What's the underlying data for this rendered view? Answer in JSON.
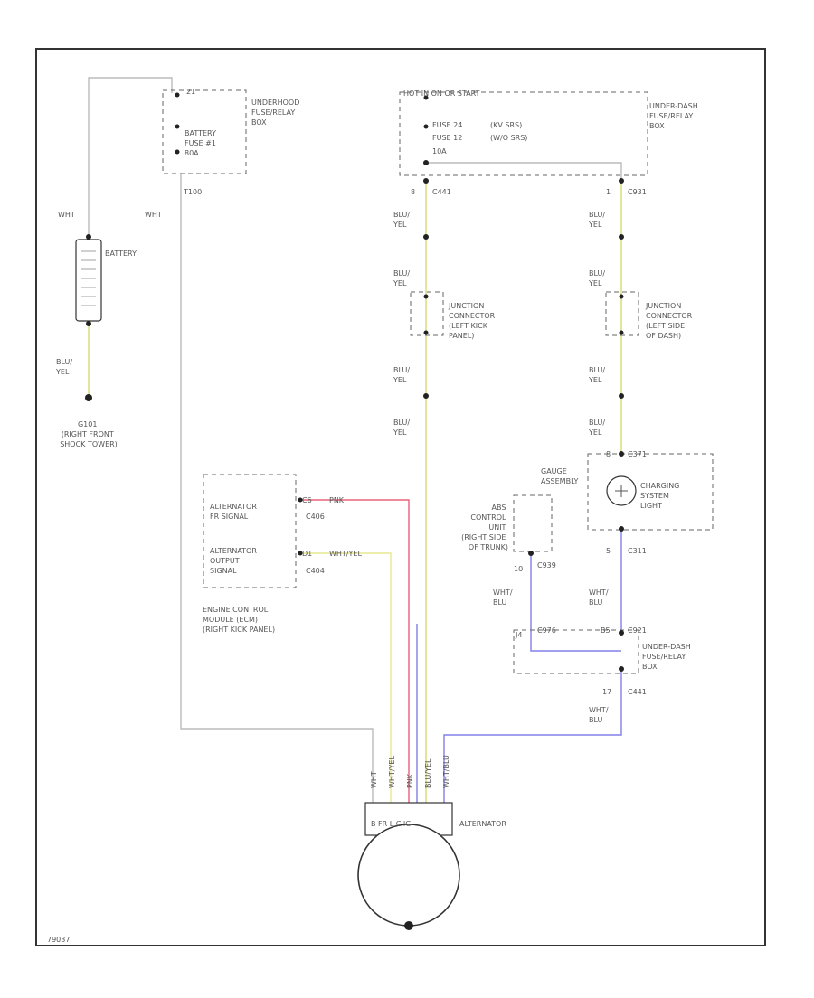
{
  "colors": {
    "wht": "#bbbbbb",
    "blu_yel": "#d8d870",
    "pnk": "#e8607a",
    "wht_yel": "#e8e890",
    "wht_blu": "#8080e8",
    "frame": "#333333"
  },
  "labels": {
    "underhood_box": [
      "UNDERHOOD",
      "FUSE/RELAY",
      "BOX"
    ],
    "battery_fuse": [
      "BATTERY",
      "FUSE #1",
      "80A"
    ],
    "pin_21": "21",
    "connector_t100": "T100",
    "battery": "BATTERY",
    "wht_1": "WHT",
    "wht_2": "WHT",
    "blu_yel_batt": [
      "BLU/",
      "YEL"
    ],
    "ground_g101": [
      "G101",
      "(RIGHT FRONT",
      "SHOCK TOWER)"
    ],
    "ignition_hot": "HOT IN ON OR START",
    "underdash_box_top": [
      "UNDER-DASH",
      "FUSE/RELAY",
      "BOX"
    ],
    "fuse_24": [
      "FUSE 24",
      "(KV SRS)"
    ],
    "fuse_12": [
      "FUSE 12",
      "(W/O SRS)"
    ],
    "fuse_amp": "10A",
    "c441_pin": "8",
    "c441": "C441",
    "c931_pin": "1",
    "c931": "C931",
    "blu_yel_l1": [
      "BLU/",
      "YEL"
    ],
    "blu_yel_r1": [
      "BLU/",
      "YEL"
    ],
    "blu_yel_l2": [
      "BLU/",
      "YEL"
    ],
    "blu_yel_r2": [
      "BLU/",
      "YEL"
    ],
    "junction_left": [
      "JUNCTION",
      "CONNECTOR",
      "(LEFT KICK",
      "PANEL)"
    ],
    "junction_right": [
      "JUNCTION",
      "CONNECTOR",
      "(LEFT SIDE",
      "OF DASH)"
    ],
    "blu_yel_l3": [
      "BLU/",
      "YEL"
    ],
    "blu_yel_r3": [
      "BLU/",
      "YEL"
    ],
    "blu_yel_l4": [
      "BLU/",
      "YEL"
    ],
    "blu_yel_r4": [
      "BLU/",
      "YEL"
    ],
    "c371_pin": "8",
    "c371": "C371",
    "charging_light": [
      "CHARGING",
      "SYSTEM",
      "LIGHT"
    ],
    "gauge_assembly": [
      "GAUGE",
      "ASSEMBLY"
    ],
    "abs_unit": [
      "ABS",
      "CONTROL",
      "UNIT",
      "(RIGHT SIDE",
      "OF TRUNK)"
    ],
    "c311_pin": "5",
    "c311": "C311",
    "c939_pin": "10",
    "c939": "C939",
    "ecm_fr": [
      "ALTERNATOR",
      "FR SIGNAL"
    ],
    "ecm_fr_pin": "C6",
    "ecm_fr_wire": "PNK",
    "c406": "C406",
    "ecm_output": [
      "ALTERNATOR",
      "OUTPUT",
      "SIGNAL"
    ],
    "ecm_output_pin": "D1",
    "ecm_output_wire": "WHT/YEL",
    "c404": "C404",
    "ecm_name": [
      "ENGINE CONTROL",
      "MODULE (ECM)",
      "(RIGHT KICK PANEL)"
    ],
    "wht_blu_l": [
      "WHT/",
      "BLU"
    ],
    "wht_blu_r": [
      "WHT/",
      "BLU"
    ],
    "c976_pin": "J4",
    "c976": "C976",
    "c921_pin": "B5",
    "c921": "C921",
    "underdash_box_bottom": [
      "UNDER-DASH",
      "FUSE/RELAY",
      "BOX"
    ],
    "c441b_pin": "17",
    "c441b": "C441",
    "wht_blu_b": [
      "WHT/",
      "BLU"
    ],
    "alt_wires": [
      "WHT",
      "WHT/YEL",
      "PNK",
      "BLU/YEL",
      "WHT/BLU"
    ],
    "alternator": "ALTERNATOR",
    "alt_pins": "B  FR  L  C  IG",
    "figure_code": "79037"
  }
}
